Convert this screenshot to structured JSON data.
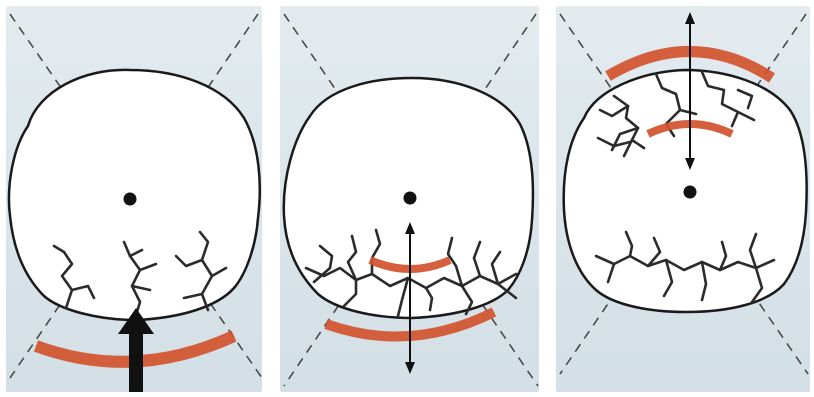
{
  "figure": {
    "panels": [
      {
        "id": "panel-1",
        "label": "",
        "impact_arrow": "large-up-arrow-icon",
        "stress_band": "lower"
      },
      {
        "id": "panel-2",
        "label": "",
        "impact_arrow": "double-arrow-icon",
        "stress_band": "lower-and-inner"
      },
      {
        "id": "panel-3",
        "label": "",
        "impact_arrow": "double-arrow-icon",
        "stress_band": "upper-and-inner"
      }
    ],
    "colors": {
      "background": "#dde7ec",
      "outline": "#1a1a1a",
      "dashed": "#4a4a4a",
      "stress_band": "#d2532c",
      "fracture": "#2b2b2b"
    }
  }
}
